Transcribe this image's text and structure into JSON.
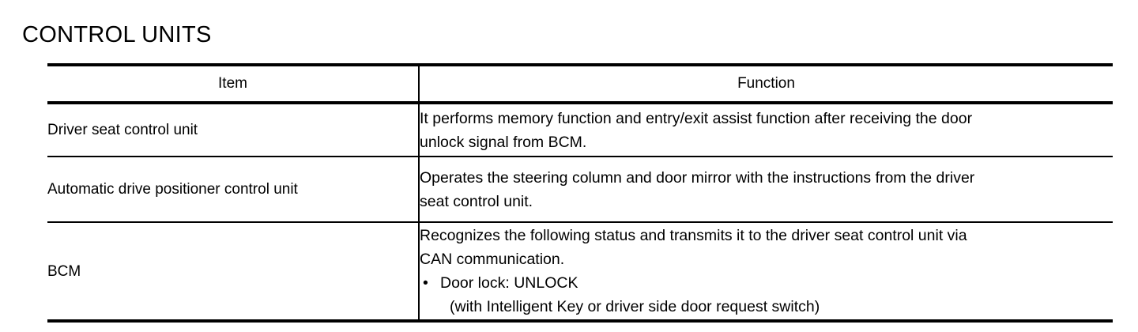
{
  "page": {
    "title": "CONTROL UNITS"
  },
  "table": {
    "columns": [
      {
        "key": "item",
        "header": "Item"
      },
      {
        "key": "function",
        "header": "Function"
      }
    ],
    "rows": [
      {
        "item": "Driver seat control unit",
        "function_lines": [
          "It performs memory function and entry/exit assist function after receiving the door",
          "unlock signal from BCM."
        ]
      },
      {
        "item": "Automatic drive positioner control unit",
        "function_lines": [
          "Operates the steering column and door mirror with the instructions from the driver",
          "seat control unit."
        ]
      },
      {
        "item": "BCM",
        "function_lines": [
          "Recognizes the following status and transmits it to the driver seat control unit via",
          "CAN communication."
        ],
        "bullets": [
          {
            "marker": "•",
            "text": "Door lock: UNLOCK",
            "continuation": "(with Intelligent Key or driver side door request switch)"
          }
        ]
      }
    ]
  },
  "style": {
    "text_color": "#000000",
    "background_color": "#ffffff",
    "rule_color": "#000000"
  }
}
